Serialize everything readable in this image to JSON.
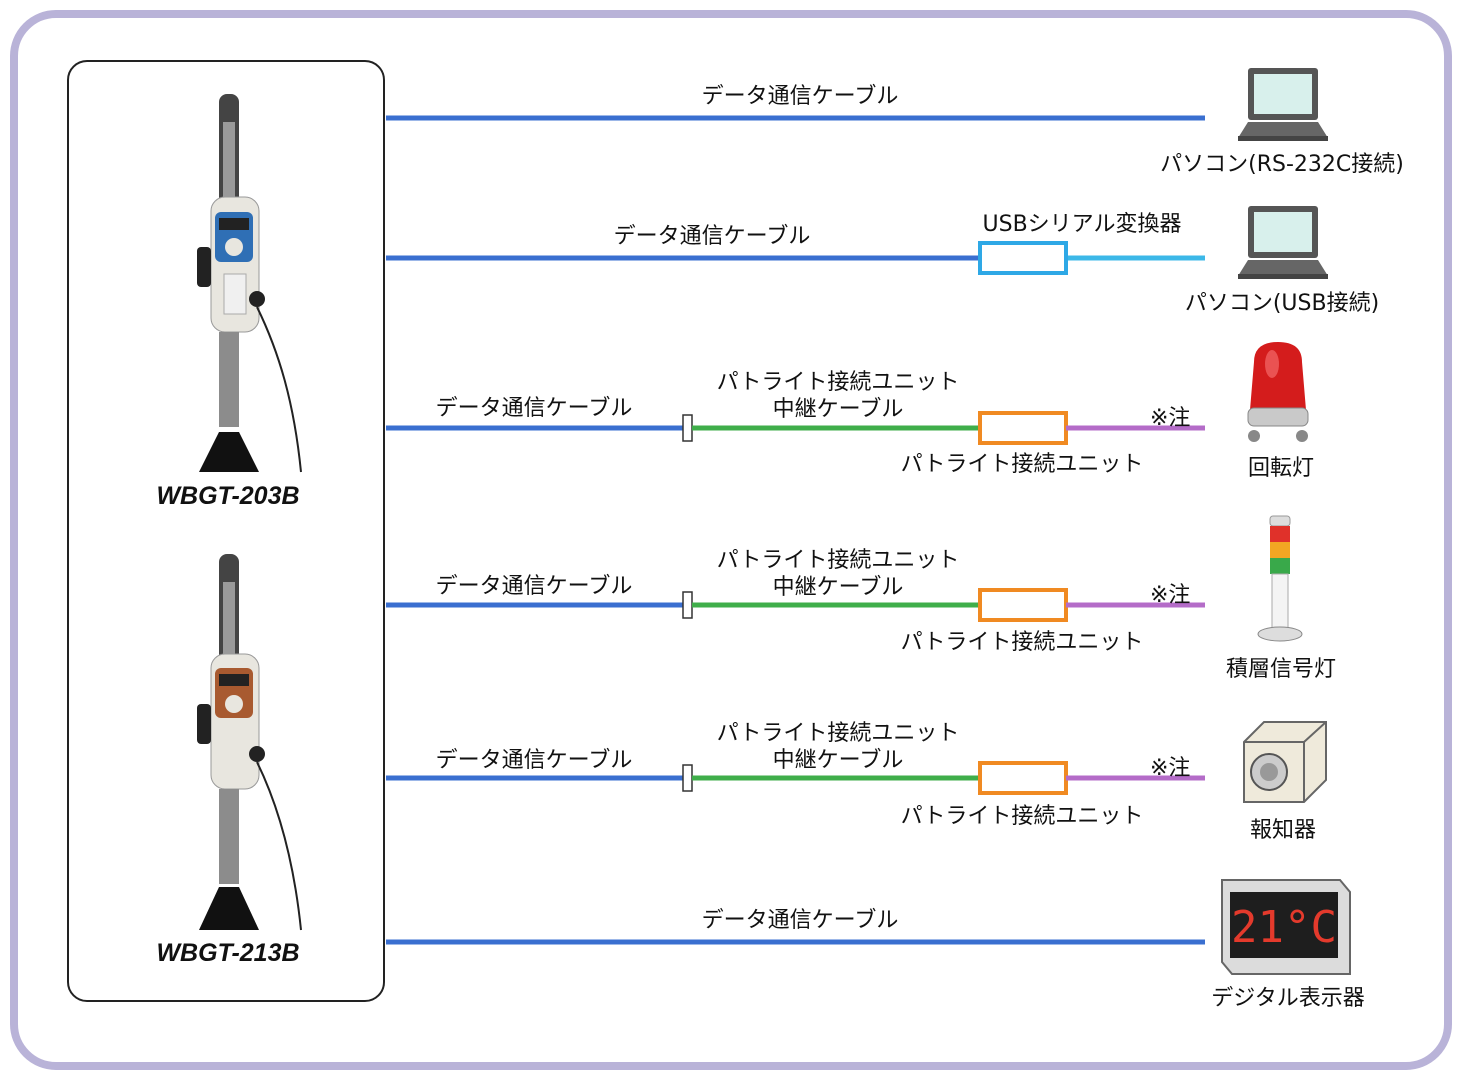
{
  "models": [
    "WBGT-203B",
    "WBGT-213B"
  ],
  "rows": [
    {
      "cable_label": "データ通信ケーブル",
      "converter_label": "",
      "relay_cable_label": [],
      "unit_label": "",
      "note": "",
      "device_label": "パソコン(RS-232C接続)",
      "device_icon": "laptop-icon"
    },
    {
      "cable_label": "データ通信ケーブル",
      "converter_label": "USBシリアル変換器",
      "relay_cable_label": [],
      "unit_label": "",
      "note": "",
      "device_label": "パソコン(USB接続)",
      "device_icon": "laptop-icon"
    },
    {
      "cable_label": "データ通信ケーブル",
      "converter_label": "",
      "relay_cable_label": [
        "パトライト接続ユニット",
        "中継ケーブル"
      ],
      "unit_label": "パトライト接続ユニット",
      "note": "※注",
      "device_label": "回転灯",
      "device_icon": "rotating-light-icon"
    },
    {
      "cable_label": "データ通信ケーブル",
      "converter_label": "",
      "relay_cable_label": [
        "パトライト接続ユニット",
        "中継ケーブル"
      ],
      "unit_label": "パトライト接続ユニット",
      "note": "※注",
      "device_label": "積層信号灯",
      "device_icon": "signal-tower-icon"
    },
    {
      "cable_label": "データ通信ケーブル",
      "converter_label": "",
      "relay_cable_label": [
        "パトライト接続ユニット",
        "中継ケーブル"
      ],
      "unit_label": "パトライト接続ユニット",
      "note": "※注",
      "device_label": "報知器",
      "device_icon": "alarm-speaker-icon"
    },
    {
      "cable_label": "データ通信ケーブル",
      "converter_label": "",
      "relay_cable_label": [],
      "unit_label": "",
      "note": "",
      "device_label": "デジタル表示器",
      "device_icon": "digital-display-icon",
      "display_value": "21°C"
    }
  ],
  "colors": {
    "frame": "#b9b3d8",
    "data_cable": "#3a6fd0",
    "relay_cable": "#3fae4a",
    "patlite_cable": "#b46cc8",
    "usb_cable": "#3cb8e8",
    "unit_border": "#f08a22",
    "converter_border": "#2ea8e6"
  }
}
